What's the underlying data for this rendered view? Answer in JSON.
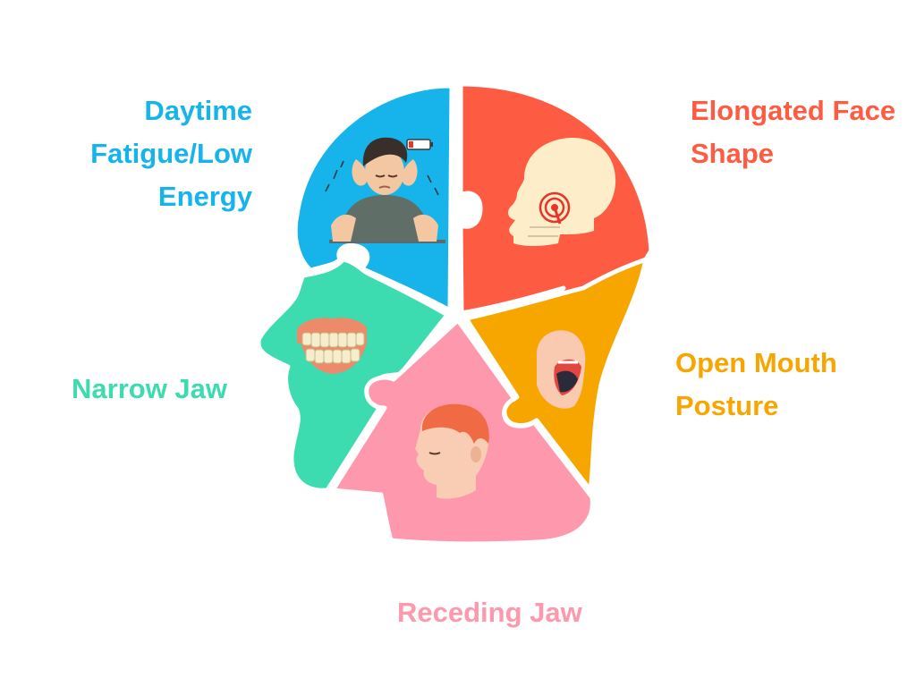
{
  "colors": {
    "fatigue": "#16b4ea",
    "elongated": "#fd5b42",
    "narrow": "#3ddbb0",
    "open_mouth": "#f7a600",
    "receding": "#fd98ad",
    "background": "#ffffff"
  },
  "segments": [
    {
      "key": "fatigue",
      "label_lines": [
        "Daytime",
        "Fatigue/Low",
        "Energy"
      ],
      "icon": "tired-person-icon"
    },
    {
      "key": "elongated",
      "label_lines": [
        "Elongated Face",
        "Shape"
      ],
      "icon": "skull-icon"
    },
    {
      "key": "narrow",
      "label_lines": [
        "Narrow Jaw"
      ],
      "icon": "teeth-icon"
    },
    {
      "key": "open_mouth",
      "label_lines": [
        "Open Mouth",
        "Posture"
      ],
      "icon": "open-mouth-icon"
    },
    {
      "key": "receding",
      "label_lines": [
        "Receding Jaw"
      ],
      "icon": "head-profile-icon"
    }
  ]
}
